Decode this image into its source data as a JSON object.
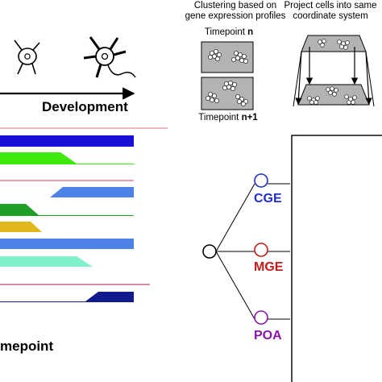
{
  "development": {
    "label": "Development"
  },
  "timepoint_label": "mepoint",
  "clustering": {
    "title_line1": "Clustering based on",
    "title_line2": "gene expression profiles",
    "panel_top_prefix": "Timepoint ",
    "panel_top_suffix": "n",
    "panel_bottom_prefix": "Timepoint ",
    "panel_bottom_suffix": "n+1"
  },
  "projection": {
    "title_line1": "Project cells into same",
    "title_line2": "coordinate system"
  },
  "lineage": {
    "nodes": [
      {
        "label": "CGE",
        "color": "#1f2ed1"
      },
      {
        "label": "MGE",
        "color": "#c21b1b"
      },
      {
        "label": "POA",
        "color": "#8a16a8"
      }
    ]
  },
  "trajectory_colors": [
    "#e06a7a",
    "#1a0fd6",
    "#3fe80f",
    "#e0405a",
    "#4d82e6",
    "#1f9e28",
    "#e0b81c",
    "#4d82e6",
    "#7ff0c8",
    "#b01c40",
    "#101a8c"
  ]
}
